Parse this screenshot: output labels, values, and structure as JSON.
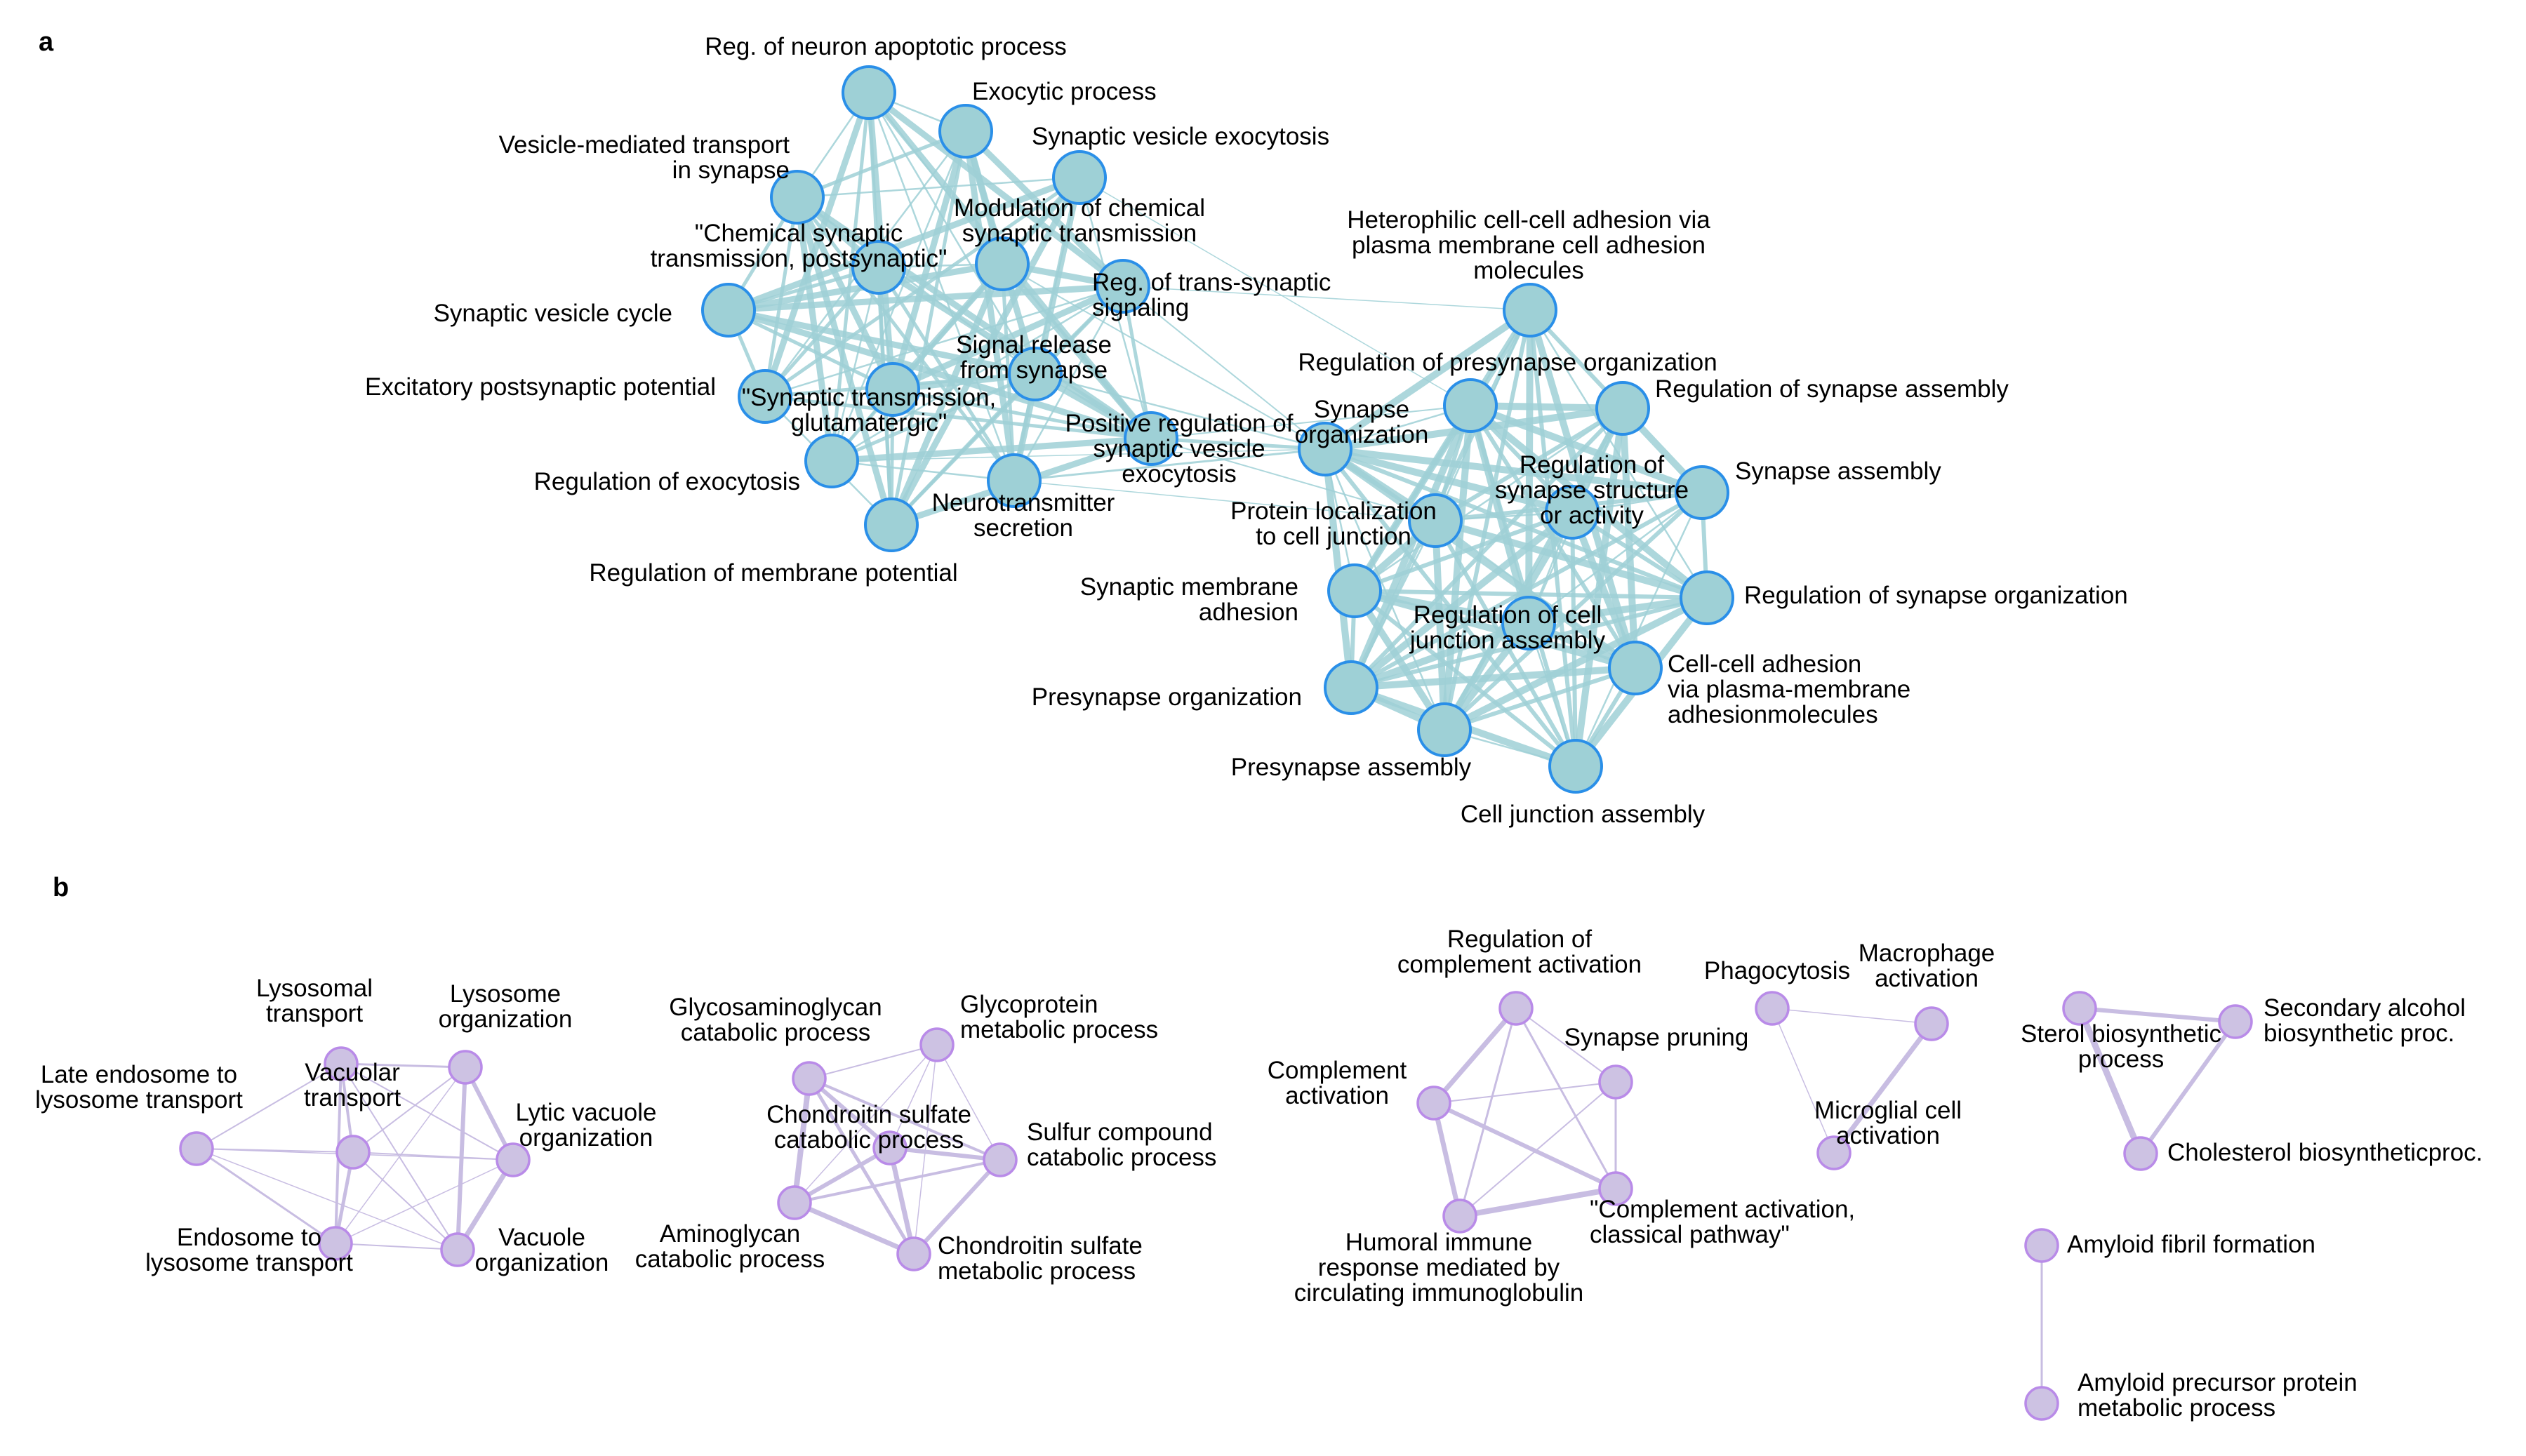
{
  "panel_a": {
    "letter": "a",
    "nodes": [
      {
        "id": "reg_neuron_apop",
        "label": [
          "Reg. of neuron apoptotic process"
        ]
      },
      {
        "id": "exocytic",
        "label": [
          "Exocytic process"
        ]
      },
      {
        "id": "syn_ves_exo",
        "label": [
          "Synaptic vesicle exocytosis"
        ]
      },
      {
        "id": "ves_transport",
        "label": [
          "Vesicle-mediated transport",
          "in synapse"
        ]
      },
      {
        "id": "mod_chem",
        "label": [
          "Modulation of chemical",
          "synaptic transmission"
        ]
      },
      {
        "id": "chem_post",
        "label": [
          "\"Chemical synaptic",
          "transmission, postsynaptic\""
        ]
      },
      {
        "id": "reg_trans",
        "label": [
          "Reg. of trans-synaptic",
          "signaling"
        ]
      },
      {
        "id": "syn_ves_cycle",
        "label": [
          "Synaptic vesicle cycle"
        ]
      },
      {
        "id": "signal_release",
        "label": [
          "Signal release",
          "from synapse"
        ]
      },
      {
        "id": "excit_post",
        "label": [
          "Excitatory postsynaptic potential"
        ]
      },
      {
        "id": "syn_glut",
        "label": [
          "\"Synaptic transmission,",
          "glutamatergic\""
        ]
      },
      {
        "id": "pos_reg_exo",
        "label": [
          "Positive regulation of",
          "synaptic vesicle",
          "exocytosis"
        ]
      },
      {
        "id": "reg_exocytosis",
        "label": [
          "Regulation of exocytosis"
        ]
      },
      {
        "id": "neurotrans",
        "label": [
          "Neurotransmitter",
          "secretion"
        ]
      },
      {
        "id": "reg_membrane",
        "label": [
          "Regulation of membrane potential"
        ]
      },
      {
        "id": "hetero",
        "label": [
          "Heterophilic cell-cell adhesion via",
          "plasma membrane cell adhesion",
          "molecules"
        ]
      },
      {
        "id": "reg_presyn_org",
        "label": [
          "Regulation of presynapse organization"
        ]
      },
      {
        "id": "reg_syn_assembly",
        "label": [
          "Regulation of synapse assembly"
        ]
      },
      {
        "id": "synapse_org",
        "label": [
          "Synapse",
          "organization"
        ]
      },
      {
        "id": "syn_assembly",
        "label": [
          "Synapse assembly"
        ]
      },
      {
        "id": "reg_syn_struct",
        "label": [
          "Regulation of",
          "synapse structure",
          "or activity"
        ]
      },
      {
        "id": "protein_loc",
        "label": [
          "Protein localization",
          "to cell junction"
        ]
      },
      {
        "id": "reg_syn_org",
        "label": [
          "Regulation of synapse organization"
        ]
      },
      {
        "id": "syn_membrane_adh",
        "label": [
          "Synaptic membrane",
          "adhesion"
        ]
      },
      {
        "id": "reg_cell_junc",
        "label": [
          "Regulation of cell",
          "junction assembly"
        ]
      },
      {
        "id": "cell_cell_adh",
        "label": [
          "Cell-cell adhesion",
          "via plasma-membrane",
          "adhesionmolecules"
        ]
      },
      {
        "id": "presyn_org",
        "label": [
          "Presynapse organization"
        ]
      },
      {
        "id": "presyn_assembly",
        "label": [
          "Presynapse assembly"
        ]
      },
      {
        "id": "cell_junc_assembly",
        "label": [
          "Cell junction assembly"
        ]
      }
    ]
  },
  "panel_b": {
    "letter": "b",
    "nodes": [
      {
        "id": "lyso_transport",
        "label": [
          "Lysosomal",
          "transport"
        ]
      },
      {
        "id": "lyso_org",
        "label": [
          "Lysosome",
          "organization"
        ]
      },
      {
        "id": "late_endo",
        "label": [
          "Late endosome to",
          "lysosome transport"
        ]
      },
      {
        "id": "vacuolar",
        "label": [
          "Vacuolar",
          "transport"
        ]
      },
      {
        "id": "lytic_vac",
        "label": [
          "Lytic vacuole",
          "organization"
        ]
      },
      {
        "id": "endo_lyso",
        "label": [
          "Endosome to",
          "lysosome transport"
        ]
      },
      {
        "id": "vac_org",
        "label": [
          "Vacuole",
          "organization"
        ]
      },
      {
        "id": "gag_cat",
        "label": [
          "Glycosaminoglycan",
          "catabolic process"
        ]
      },
      {
        "id": "glycoprot",
        "label": [
          "Glycoprotein",
          "metabolic process"
        ]
      },
      {
        "id": "chond_cat",
        "label": [
          "Chondroitin sulfate",
          "catabolic process"
        ]
      },
      {
        "id": "sulfur",
        "label": [
          "Sulfur compound",
          "catabolic process"
        ]
      },
      {
        "id": "aminoglycan",
        "label": [
          "Aminoglycan",
          "catabolic process"
        ]
      },
      {
        "id": "chond_met",
        "label": [
          "Chondroitin sulfate",
          "metabolic process"
        ]
      },
      {
        "id": "reg_complement",
        "label": [
          "Regulation of",
          "complement activation"
        ]
      },
      {
        "id": "syn_pruning",
        "label": [
          "Synapse pruning"
        ]
      },
      {
        "id": "complement_act",
        "label": [
          "Complement",
          "activation"
        ]
      },
      {
        "id": "humoral",
        "label": [
          "Humoral immune",
          "response mediated by",
          "circulating immunoglobulin"
        ]
      },
      {
        "id": "classical",
        "label": [
          "\"Complement activation,",
          "classical pathway\""
        ]
      },
      {
        "id": "phago",
        "label": [
          "Phagocytosis"
        ]
      },
      {
        "id": "macro_act",
        "label": [
          "Macrophage",
          "activation"
        ]
      },
      {
        "id": "microglial",
        "label": [
          "Microglial cell",
          "activation"
        ]
      },
      {
        "id": "sterol",
        "label": [
          "Sterol biosynthetic",
          "process"
        ]
      },
      {
        "id": "sec_alcohol",
        "label": [
          "Secondary alcohol",
          "biosynthetic proc."
        ]
      },
      {
        "id": "cholesterol",
        "label": [
          "Cholesterol biosyntheticproc."
        ]
      },
      {
        "id": "amyloid_fibril",
        "label": [
          "Amyloid fibril formation"
        ]
      },
      {
        "id": "amyloid_prec",
        "label": [
          "Amyloid precursor protein",
          "metabolic process"
        ]
      }
    ]
  },
  "colors": {
    "node_a_fill": "#9ed0d6",
    "node_a_stroke": "#2a8fe8",
    "edge_a": "#9fd0d6",
    "node_b_fill": "#cdc2e3",
    "node_b_stroke": "#b98be8",
    "edge_b": "#c8bde2"
  }
}
